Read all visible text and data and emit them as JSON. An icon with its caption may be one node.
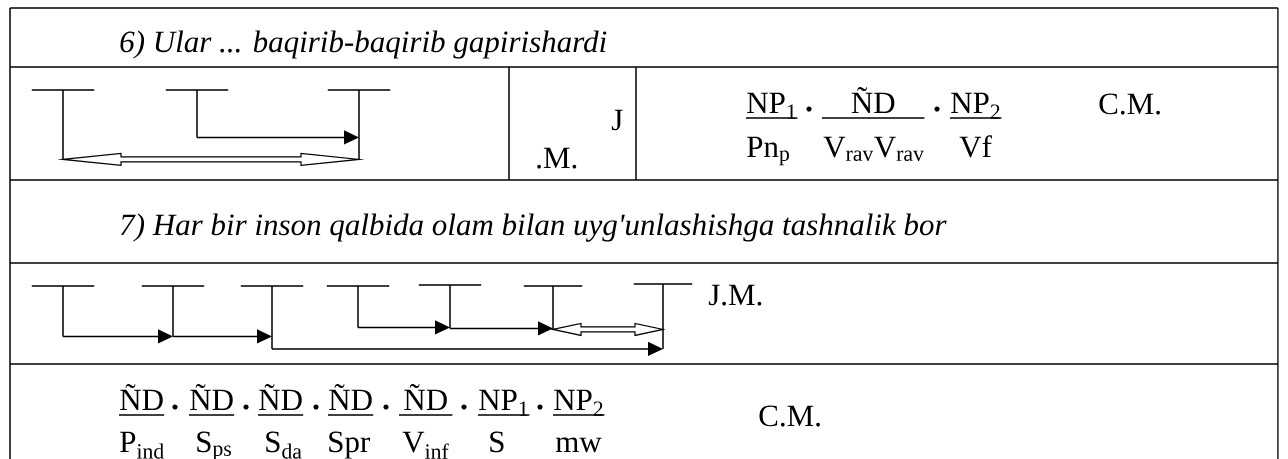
{
  "diagram": {
    "nodes": [
      {
        "text": [],
        "shape": "bar"
      },
      {
        "text": [],
        "shape": "bar"
      },
      {
        "text": [],
        "shape": "bar"
      },
      {
        "text": [],
        "shape": "bar"
      },
      {
        "text": [],
        "shape": "bar"
      },
      {
        "text": [],
        "shape": "bar"
      },
      {
        "text": [],
        "shape": "bar"
      },
      {
        "text": [],
        "shape": "bar"
      },
      {
        "text": [],
        "shape": "bar"
      },
      {
        "text": [],
        "shape": "bar"
      }
    ],
    "edges": [
      {
        "from": 1,
        "to": 2,
        "arrow": "to"
      },
      {
        "from": 0,
        "to": 2,
        "arrow": "both"
      },
      {
        "from": 3,
        "to": 4,
        "arrow": "to"
      },
      {
        "from": 4,
        "to": 5,
        "arrow": "to"
      },
      {
        "from": 5,
        "to": 9,
        "arrow": "to"
      },
      {
        "from": 6,
        "to": 7,
        "arrow": "to"
      },
      {
        "from": 7,
        "to": 8,
        "arrow": "to"
      },
      {
        "from": 8,
        "to": 9,
        "arrow": "both"
      }
    ],
    "labels": [
      "6) Ular ... baqirib-baqirib gapirishardi",
      "J",
      ".M.",
      "NP$_{1}$",
      "ÑD",
      "NP$_{2}$",
      "C.M.",
      "Pn$_{p}$",
      "V$_{rav}$V$_{rav}$",
      "Vf",
      "7) Har bir inson qalbida olam bilan uyg'unlashishga tashnalik bor",
      "J.M.",
      "ÑD",
      "ÑD",
      "ÑD",
      "ÑD",
      "ÑD",
      "NP$_{1}$",
      "NP$_{2}$",
      "P$_{ind}$",
      "S$_{ps}$",
      "S$_{da}$",
      "Spr",
      "V$_{inf}$",
      "S",
      "mw",
      "C.M."
    ]
  }
}
